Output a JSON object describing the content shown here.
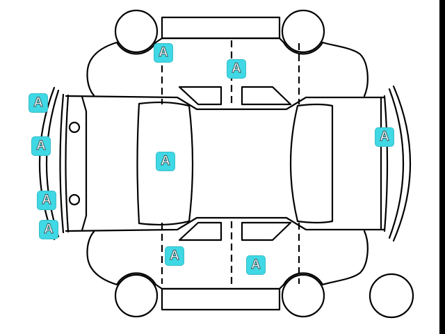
{
  "diagram": {
    "background": "#ffffff",
    "line_color": "#000000"
  },
  "marker_color": "#3fd8e4",
  "markers": [
    {
      "label": "A"
    },
    {
      "label": "A"
    },
    {
      "label": "A"
    },
    {
      "label": "A"
    },
    {
      "label": "A"
    },
    {
      "label": "A"
    },
    {
      "label": "A"
    },
    {
      "label": "A"
    },
    {
      "label": "A"
    },
    {
      "label": "A"
    }
  ]
}
